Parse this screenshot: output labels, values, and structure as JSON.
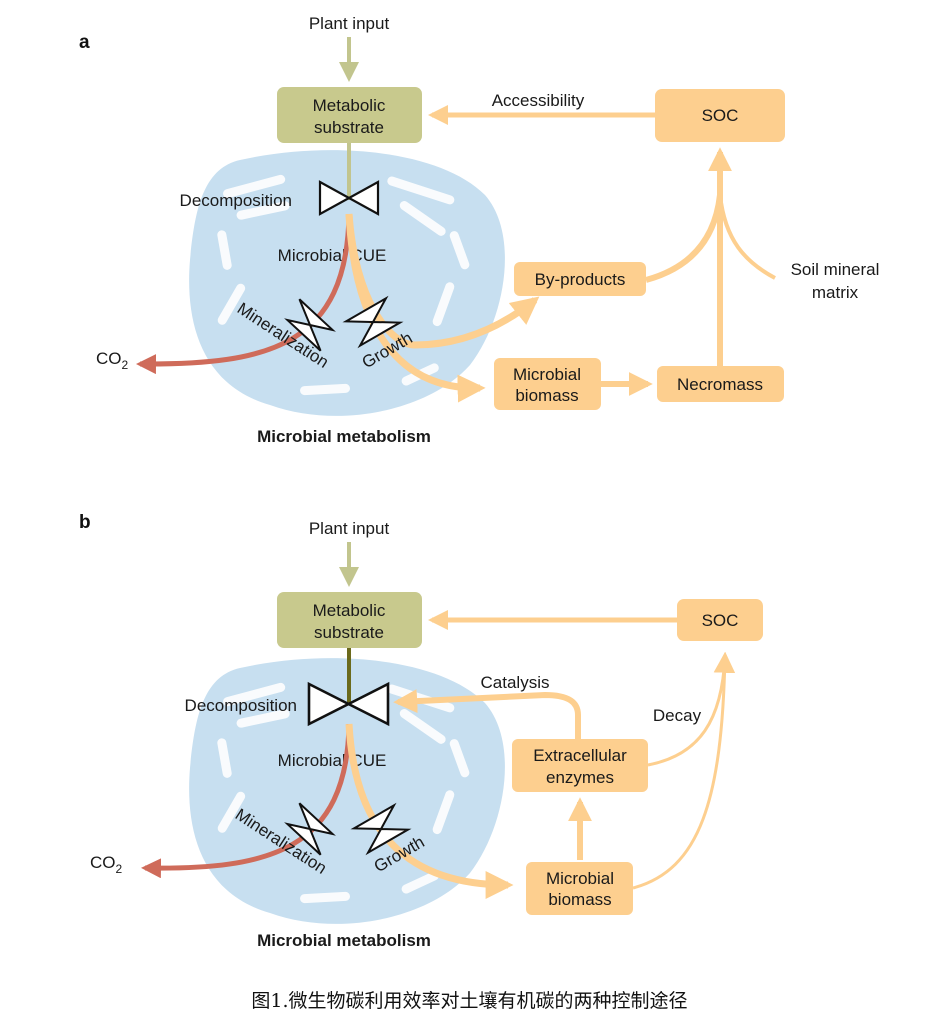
{
  "panel_a": {
    "letter": "a",
    "plant_input": "Plant input",
    "metabolic_substrate": [
      "Metabolic",
      "substrate"
    ],
    "accessibility": "Accessibility",
    "soc": "SOC",
    "decomposition": "Decomposition",
    "microbial_cue": "Microbial CUE",
    "mineralization": "Mineralization",
    "growth": "Growth",
    "co2": "CO",
    "co2_sub": "2",
    "by_products": "By-products",
    "microbial_biomass": [
      "Microbial",
      "biomass"
    ],
    "necromass": "Necromass",
    "soil_mineral_matrix": [
      "Soil mineral",
      "matrix"
    ],
    "microbial_metabolism": "Microbial metabolism"
  },
  "panel_b": {
    "letter": "b",
    "plant_input": "Plant input",
    "metabolic_substrate": [
      "Metabolic",
      "substrate"
    ],
    "soc": "SOC",
    "catalysis": "Catalysis",
    "decay": "Decay",
    "decomposition": "Decomposition",
    "microbial_cue": "Microbial CUE",
    "mineralization": "Mineralization",
    "growth": "Growth",
    "co2": "CO",
    "co2_sub": "2",
    "extracellular_enzymes": [
      "Extracellular",
      "enzymes"
    ],
    "microbial_biomass": [
      "Microbial",
      "biomass"
    ],
    "microbial_metabolism": "Microbial metabolism"
  },
  "caption": "图1.微生物碳利用效率对土壤有机碳的两种控制途径",
  "colors": {
    "olive_box": "#c8c98d",
    "olive_arrow": "#c2c58e",
    "orange": "#fdcf8f",
    "orange_dark": "#fcc57b",
    "red": "#cf6b5a",
    "cell": "#c7dff0"
  }
}
